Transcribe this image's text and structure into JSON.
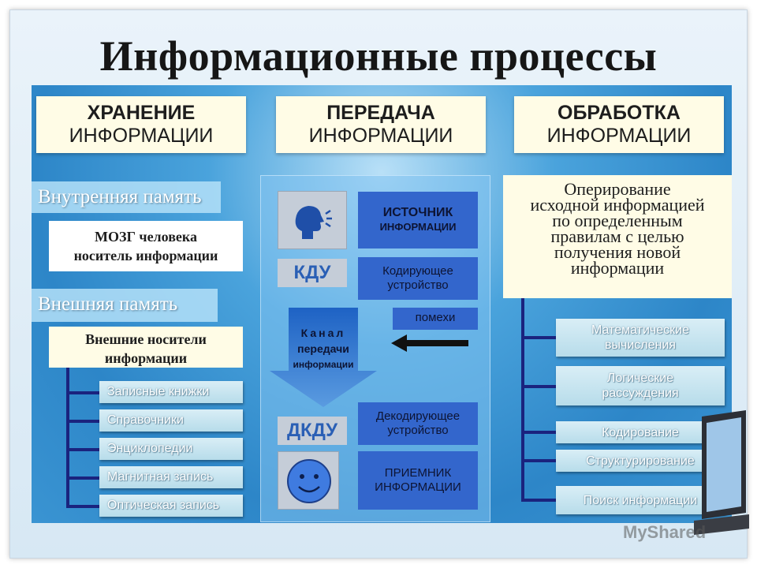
{
  "title": "Информационные процессы",
  "columns": {
    "storage": {
      "line1": "ХРАНЕНИЕ",
      "line2": "ИНФОРМАЦИИ"
    },
    "transfer": {
      "line1": "ПЕРЕДАЧА",
      "line2": "ИНФОРМАЦИИ"
    },
    "processing": {
      "line1": "ОБРАБОТКА",
      "line2": "ИНФОРМАЦИИ"
    }
  },
  "storage": {
    "internal_label": "Внутренняя память",
    "internal_desc_1": "МОЗГ человека",
    "internal_desc_2": "носитель информации",
    "external_label": "Внешняя память",
    "external_desc_1": "Внешние носители",
    "external_desc_2": "информации",
    "items": [
      "Записные книжки",
      "Справочники",
      "Энциклопедии",
      "Магнитная запись",
      "Оптическая запись"
    ]
  },
  "transfer": {
    "source_1": "ИСТОЧНИК",
    "source_2": "ИНФОРМАЦИИ",
    "kdu": "КДУ",
    "encoder_1": "Кодирующее",
    "encoder_2": "устройство",
    "noise": "помехи",
    "channel_1": "Канал",
    "channel_2": "передачи",
    "channel_3": "информации",
    "dkdu": "ДКДУ",
    "decoder_1": "Декодирующее",
    "decoder_2": "устройство",
    "receiver_1": "ПРИЕМНИК",
    "receiver_2": "ИНФОРМАЦИИ"
  },
  "processing": {
    "definition": [
      "Оперирование",
      "исходной информацией",
      "по определенным",
      "правилам с целью",
      "получения новой",
      "информации"
    ],
    "items": [
      [
        "Математические",
        "вычисления"
      ],
      [
        "Логические",
        "рассуждения"
      ],
      [
        "Кодирование"
      ],
      [
        "Структурирование"
      ],
      [
        "Поиск информации"
      ]
    ]
  },
  "watermark": "MyShared",
  "icons": [
    "speaking-head-icon",
    "smiley-face-icon",
    "left-arrow-icon",
    "down-arrow-icon",
    "laptop-icon"
  ],
  "colors": {
    "panel": "#2d86c8",
    "header_bg": "#fffce6",
    "dark_blue": "#3366cc",
    "tree_line": "#1a237e"
  }
}
